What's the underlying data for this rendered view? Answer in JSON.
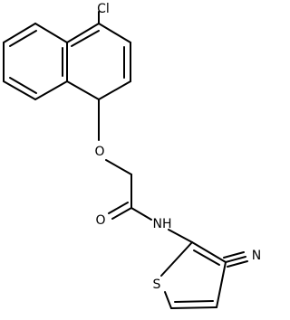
{
  "molecule": {
    "bond_color": "#000000",
    "background": "#ffffff",
    "atoms": {
      "cl": "Cl",
      "o_ether": "O",
      "o_carbonyl": "O",
      "nh": "NH",
      "s": "S",
      "n_nitrile": "N"
    }
  }
}
